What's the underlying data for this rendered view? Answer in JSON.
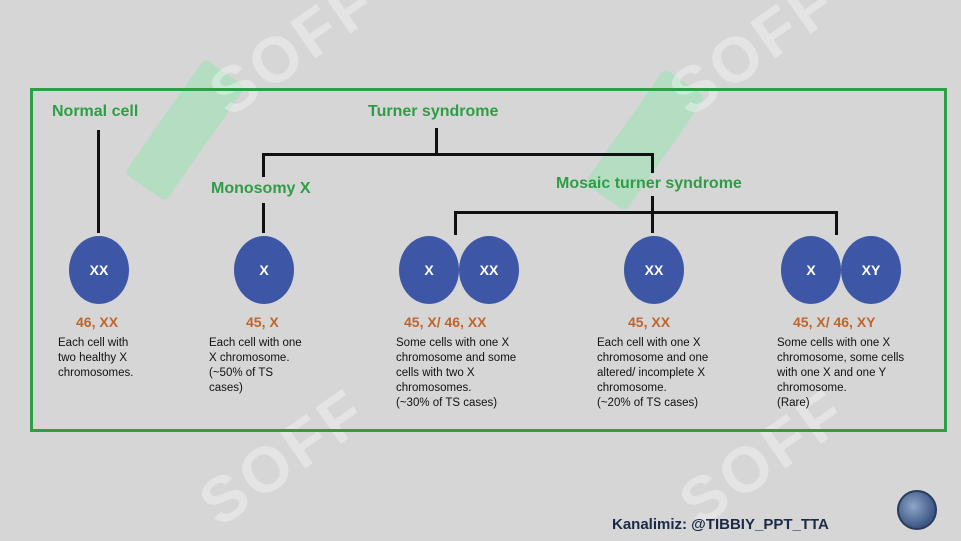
{
  "labels": {
    "normal_cell": "Normal cell",
    "turner_syndrome": "Turner syndrome",
    "monosomy_x": "Monosomy X",
    "mosaic": "Mosaic turner syndrome"
  },
  "cells": {
    "normal": "XX",
    "monosomy": "X",
    "mosaic_xx_a": "X",
    "mosaic_xx_b": "XX",
    "altered": "XX",
    "mosaic_xy_a": "X",
    "mosaic_xy_b": "XY"
  },
  "karyotypes": {
    "normal": "46, XX",
    "monosomy": "45, X",
    "mosaic_xx": "45, X/ 46, XX",
    "altered": "45, XX",
    "mosaic_xy": "45, X/ 46, XY"
  },
  "descriptions": {
    "normal": "Each cell with\ntwo healthy X\nchromosomes.",
    "monosomy": "Each cell with one\nX chromosome.\n(~50%     of     TS\ncases)",
    "mosaic_xx": "Some cells with one X\nchromosome and some\ncells with two X\nchromosomes.\n(~30% of TS cases)",
    "altered": "Each cell with one X\nchromosome and one\naltered/ incomplete X\nchromosome.\n(~20% of TS cases)",
    "mosaic_xy": "Some cells with one X\nchromosome, some cells\nwith one X and one Y\nchromosome.\n(Rare)"
  },
  "footer": {
    "channel": "Kanalimiz: @TIBBIY_PPT_TTA"
  },
  "watermark": "SOFF",
  "colors": {
    "green": "#2e9e45",
    "cell_blue": "#3d57a6",
    "karyotype_orange": "#c0652a"
  }
}
